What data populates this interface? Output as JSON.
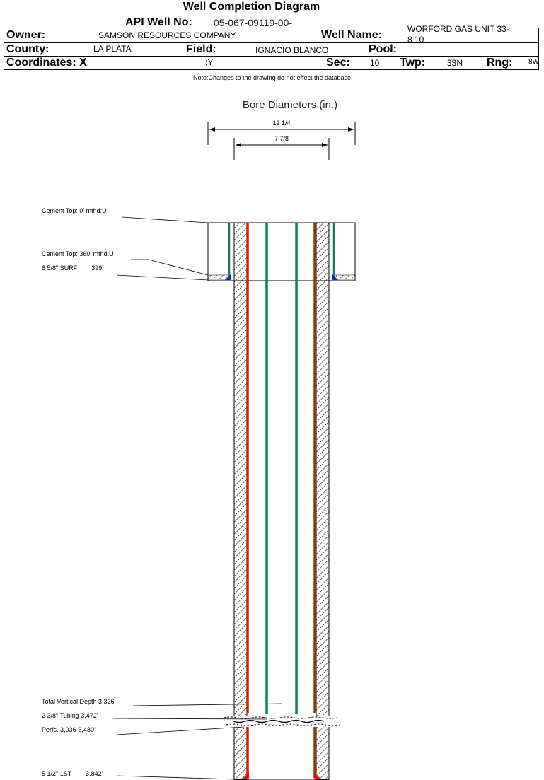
{
  "header": {
    "title": "Well Completion Diagram",
    "api_label": "API Well No:",
    "api_value": "05-067-09119-00-",
    "owner_label": "Owner:",
    "owner_value": "SAMSON RESOURCES COMPANY",
    "well_name_label": "Well Name:",
    "well_name_value_1": "WORFORD GAS UNIT 33-",
    "well_name_value_2": "8 10",
    "county_label": "County:",
    "county_value": "LA PLATA",
    "field_label": "Field:",
    "field_value": "IGNACIO BLANCO",
    "pool_label": "Pool:",
    "pool_value": "",
    "coordinates_label": "Coordinates: X",
    "coordinates_y": ";Y",
    "sec_label": "Sec:",
    "sec_value": "10",
    "twp_label": "Twp:",
    "twp_value": "33N",
    "rng_label": "Rng:",
    "rng_value": "8W"
  },
  "note": "Note:Changes to the drawing do not effect the database",
  "diagram": {
    "title": "Bore Diameters (in.)",
    "bore_diameters": [
      "12 1/4",
      "7 7/8"
    ],
    "annotations": [
      "Cement Top: 0' mthd:U",
      "Cement Top: 360' mthd:U",
      "8 5/8\" SURF        399'",
      "Total Vertical Depth 3,326'",
      "2 3/8\" Tubing 3,472'",
      "Perfs. 3,036-3,480'",
      "5 1/2\" 1ST        3,842'"
    ],
    "colors": {
      "surface_casing": "#1a7a5a",
      "production_casing_left": "#cc2200",
      "production_casing_right": "#8a4000",
      "tubing": "#008844",
      "shoe_surface": "#1030c0",
      "shoe_production": "#dd1010"
    }
  }
}
